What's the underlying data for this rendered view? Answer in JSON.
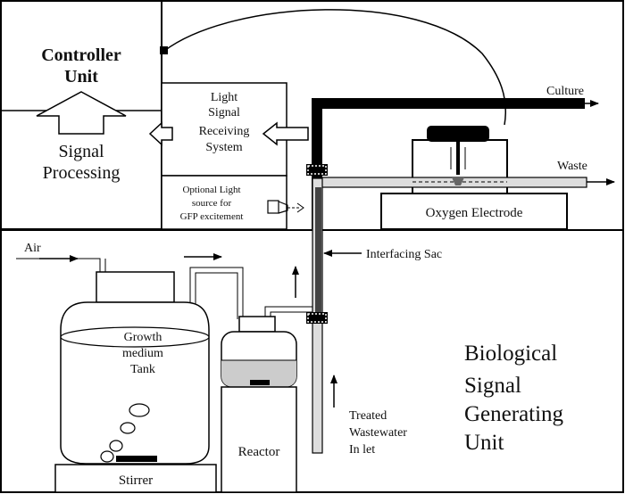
{
  "controller_panel": {
    "title_line1": "Controller",
    "title_line2": "Unit",
    "processing_line1": "Signal",
    "processing_line2": "Processing"
  },
  "light_receiver": {
    "line1": "Light",
    "line2": "Signal",
    "line3": "Receiving",
    "line4": "System"
  },
  "optional_light": {
    "line1": "Optional Light",
    "line2": "source for",
    "line3": "GFP excitement"
  },
  "pipe_labels": {
    "culture": "Culture",
    "waste": "Waste"
  },
  "oxygen_electrode": {
    "label": "Oxygen Electrode"
  },
  "interfacing_sac": {
    "label": "Interfacing Sac"
  },
  "air": {
    "label": "Air"
  },
  "growth_tank": {
    "line1": "Growth",
    "line2": "medium",
    "line3": "Tank"
  },
  "stirrer": {
    "label": "Stirrer"
  },
  "reactor": {
    "label": "Reactor"
  },
  "wastewater": {
    "line1": "Treated",
    "line2": "Wastewater",
    "line3": "In let"
  },
  "biological_unit": {
    "line1": "Biological",
    "line2": "Signal",
    "line3": "Generating",
    "line4": "Unit"
  }
}
